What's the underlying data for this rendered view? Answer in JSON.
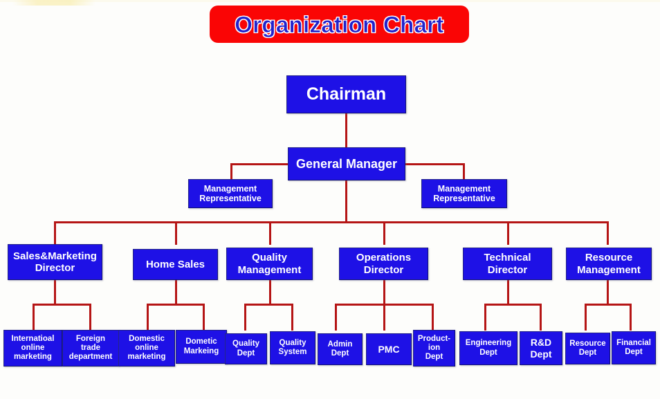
{
  "title": {
    "text": "Organization Chart",
    "plate_color": "#fa0505",
    "text_color": "#2222cc",
    "outline_color": "#ffffff"
  },
  "theme": {
    "background": "#fdfdfb",
    "node_fill": "#1e11e6",
    "node_border": "#101077",
    "node_text": "#ffffff",
    "connector_color": "#b51515"
  },
  "chart_data": {
    "type": "diagram",
    "diagram_kind": "organization-chart",
    "title": "Organization Chart",
    "levels": 4,
    "node_count": 25,
    "nodes": [
      {
        "id": "chairman",
        "label": "Chairman",
        "level": 0,
        "parent": null
      },
      {
        "id": "gm",
        "label": "General Manager",
        "level": 1,
        "parent": "chairman"
      },
      {
        "id": "mgmt_rep_left",
        "label": "Management\nRepresentative",
        "level": 2,
        "parent": "gm",
        "side": "left"
      },
      {
        "id": "mgmt_rep_right",
        "label": "Management\nRepresentative",
        "level": 2,
        "parent": "gm",
        "side": "right"
      },
      {
        "id": "sales_marketing",
        "label": "Sales&Marketing\nDirector",
        "level": 2,
        "parent": "gm"
      },
      {
        "id": "home_sales",
        "label": "Home Sales",
        "level": 2,
        "parent": "gm"
      },
      {
        "id": "quality_mgmt",
        "label": "Quality\nManagement",
        "level": 2,
        "parent": "gm"
      },
      {
        "id": "operations",
        "label": "Operations\nDirector",
        "level": 2,
        "parent": "gm"
      },
      {
        "id": "technical",
        "label": "Technical\nDirector",
        "level": 2,
        "parent": "gm"
      },
      {
        "id": "resource_mgmt",
        "label": "Resource\nManagement",
        "level": 2,
        "parent": "gm"
      },
      {
        "id": "intl_online",
        "label": "Internatioal\nonline\nmarketing",
        "level": 3,
        "parent": "sales_marketing"
      },
      {
        "id": "foreign_trade",
        "label": "Foreign\ntrade\ndepartment",
        "level": 3,
        "parent": "sales_marketing"
      },
      {
        "id": "domestic_online",
        "label": "Domestic\nonline\nmarketing",
        "level": 3,
        "parent": "home_sales"
      },
      {
        "id": "dometic_markeing",
        "label": "Dometic\nMarkeing",
        "level": 3,
        "parent": "home_sales"
      },
      {
        "id": "quality_dept",
        "label": "Quality\nDept",
        "level": 3,
        "parent": "quality_mgmt"
      },
      {
        "id": "quality_system",
        "label": "Quality\nSystem",
        "level": 3,
        "parent": "quality_mgmt"
      },
      {
        "id": "admin_dept",
        "label": "Admin\nDept",
        "level": 3,
        "parent": "operations"
      },
      {
        "id": "pmc",
        "label": "PMC",
        "level": 3,
        "parent": "operations"
      },
      {
        "id": "production_dept",
        "label": "Product-\nion\nDept",
        "level": 3,
        "parent": "operations"
      },
      {
        "id": "engineering_dept",
        "label": "Engineering\nDept",
        "level": 3,
        "parent": "technical"
      },
      {
        "id": "rnd_dept",
        "label": "R&D\nDept",
        "level": 3,
        "parent": "technical"
      },
      {
        "id": "resource_dept",
        "label": "Resource\nDept",
        "level": 3,
        "parent": "resource_mgmt"
      },
      {
        "id": "financial_dept",
        "label": "Financial\nDept",
        "level": 3,
        "parent": "resource_mgmt"
      }
    ]
  }
}
